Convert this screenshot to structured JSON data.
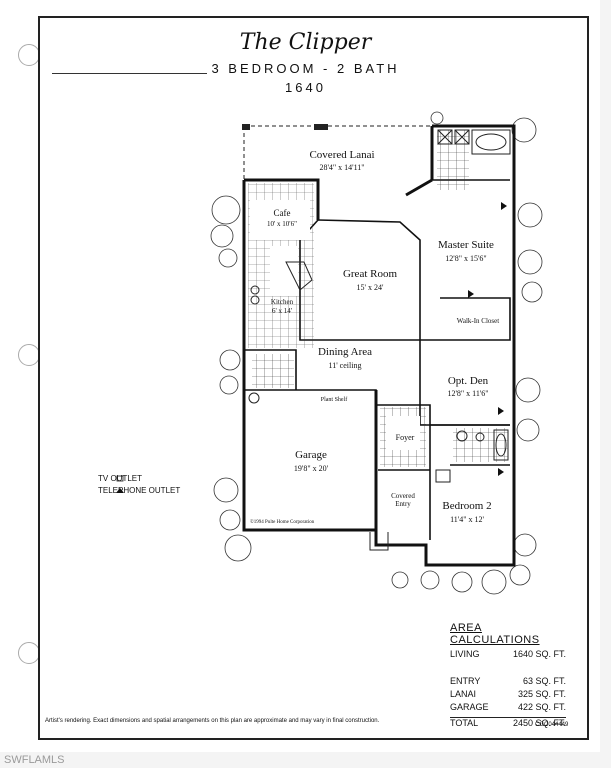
{
  "plan": {
    "name": "The Clipper",
    "subtitle": "3 BEDROOM - 2 BATH",
    "size": "1640"
  },
  "rooms": {
    "lanai": {
      "name": "Covered Lanai",
      "dims": "28'4\" x 14'11\""
    },
    "cafe": {
      "name": "Cafe",
      "dims": "10' x 10'6\""
    },
    "great_room": {
      "name": "Great Room",
      "dims": "15' x 24'"
    },
    "master": {
      "name": "Master Suite",
      "dims": "12'8\" x 15'6\""
    },
    "kitchen": {
      "name": "Kitchen",
      "dims": "6' x 14'"
    },
    "walkin": {
      "name": "Walk-In Closet"
    },
    "dining": {
      "name": "Dining Area",
      "dims": "11' ceiling"
    },
    "den": {
      "name": "Opt. Den",
      "dims": "12'8\" x 11'6\""
    },
    "plant_shelf": {
      "name": "Plant Shelf"
    },
    "foyer": {
      "name": "Foyer"
    },
    "garage": {
      "name": "Garage",
      "dims": "19'8\" x 20'"
    },
    "entry": {
      "name": "Covered",
      "name2": "Entry"
    },
    "bedroom2": {
      "name": "Bedroom 2",
      "dims": "11'4\" x 12'"
    }
  },
  "copyright": "©1994 Pulte Home Corporation",
  "legend": {
    "tv": "TV OUTLET",
    "phone": "TELEPHONE OUTLET"
  },
  "area": {
    "heading": "AREA CALCULATIONS",
    "living_label": "LIVING",
    "living_value": "1640 SQ. FT.",
    "entry_label": "ENTRY",
    "entry_value": "63 SQ. FT.",
    "lanai_label": "LANAI",
    "lanai_value": "325 SQ. FT.",
    "garage_label": "GARAGE",
    "garage_value": "422 SQ. FT.",
    "total_label": "TOTAL",
    "total_value": "2450 SQ. FT."
  },
  "footnote": "Artist's rendering. Exact dimensions and spatial arrangements on this plan are approximate and may vary in final construction.",
  "code": "CGC044449",
  "watermark": "SWFLAMLS"
}
